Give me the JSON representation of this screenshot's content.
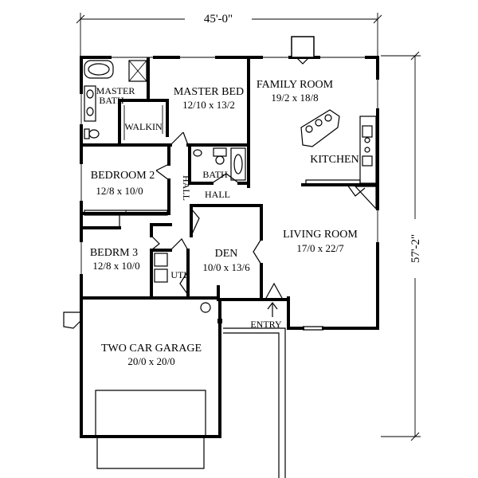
{
  "dimensions": {
    "width": "45'-0\"",
    "depth": "57'-2\""
  },
  "rooms": {
    "master_bath": {
      "line1": "MASTER",
      "line2": "BATH"
    },
    "walkin": "WALKIN",
    "master_bed": {
      "name": "MASTER BED",
      "size": "12/10 x 13/2"
    },
    "family_room": {
      "name": "FAMILY ROOM",
      "size": "19/2 x 18/8"
    },
    "kitchen": "KITCHEN",
    "bedroom2": {
      "name": "BEDROOM 2",
      "size": "12/8 x 10/0"
    },
    "bath": "BATH",
    "hall_vertical": "HALL",
    "hall": "HALL",
    "bedroom3": {
      "name": "BEDRM 3",
      "size": "12/8 x 10/0"
    },
    "utl": "UTL",
    "den": {
      "name": "DEN",
      "size": "10/0 x 13/6"
    },
    "living_room": {
      "name": "LIVING ROOM",
      "size": "17/0 x 22/7"
    },
    "entry": "ENTRY",
    "garage": {
      "name": "TWO CAR GARAGE",
      "size": "20/0 x 20/0"
    }
  }
}
